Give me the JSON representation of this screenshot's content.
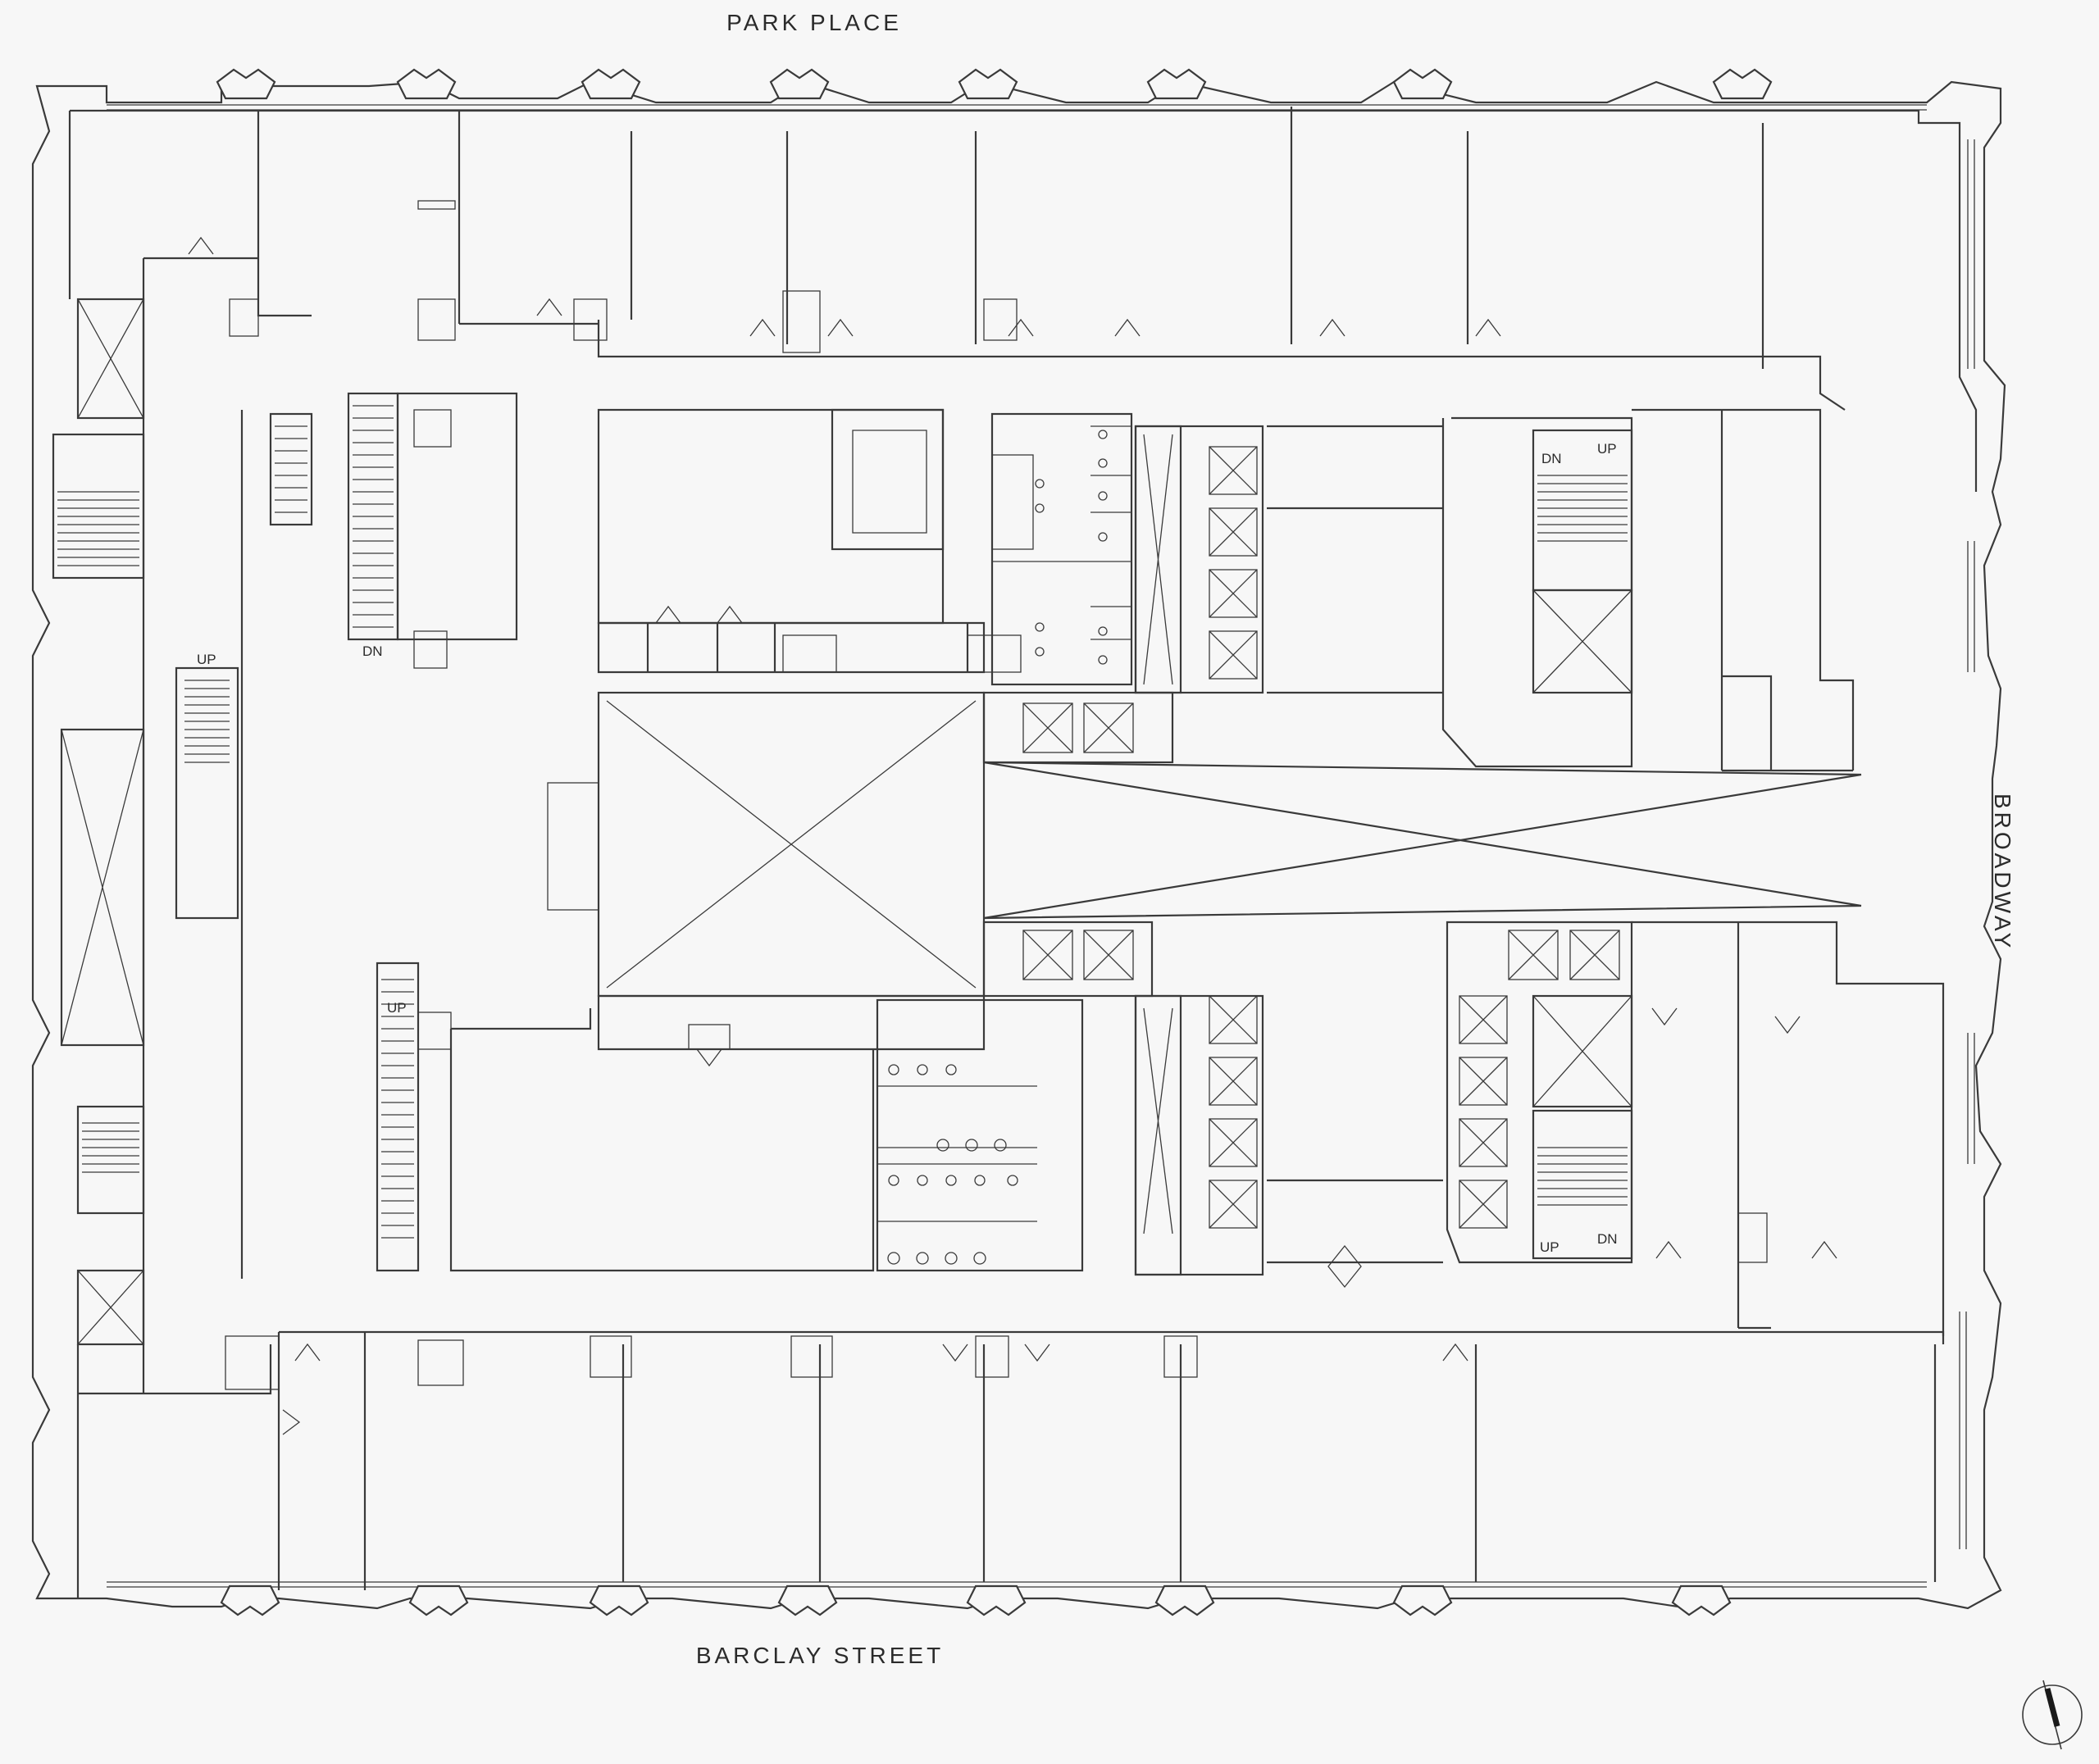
{
  "streets": {
    "north": "PARK PLACE",
    "south": "BARCLAY STREET",
    "east": "BROADWAY"
  },
  "stair_labels": {
    "west_stair_dn": "DN",
    "west_stair_up": "UP",
    "west_lower_stair_up": "UP",
    "northeast_stair_dn": "DN",
    "northeast_stair_up": "UP",
    "southeast_stair_up": "UP",
    "southeast_stair_dn": "DN"
  },
  "icons": {
    "compass": "north-arrow-icon"
  },
  "colors": {
    "background": "#f7f7f7",
    "linework": "#3a3a3a"
  }
}
